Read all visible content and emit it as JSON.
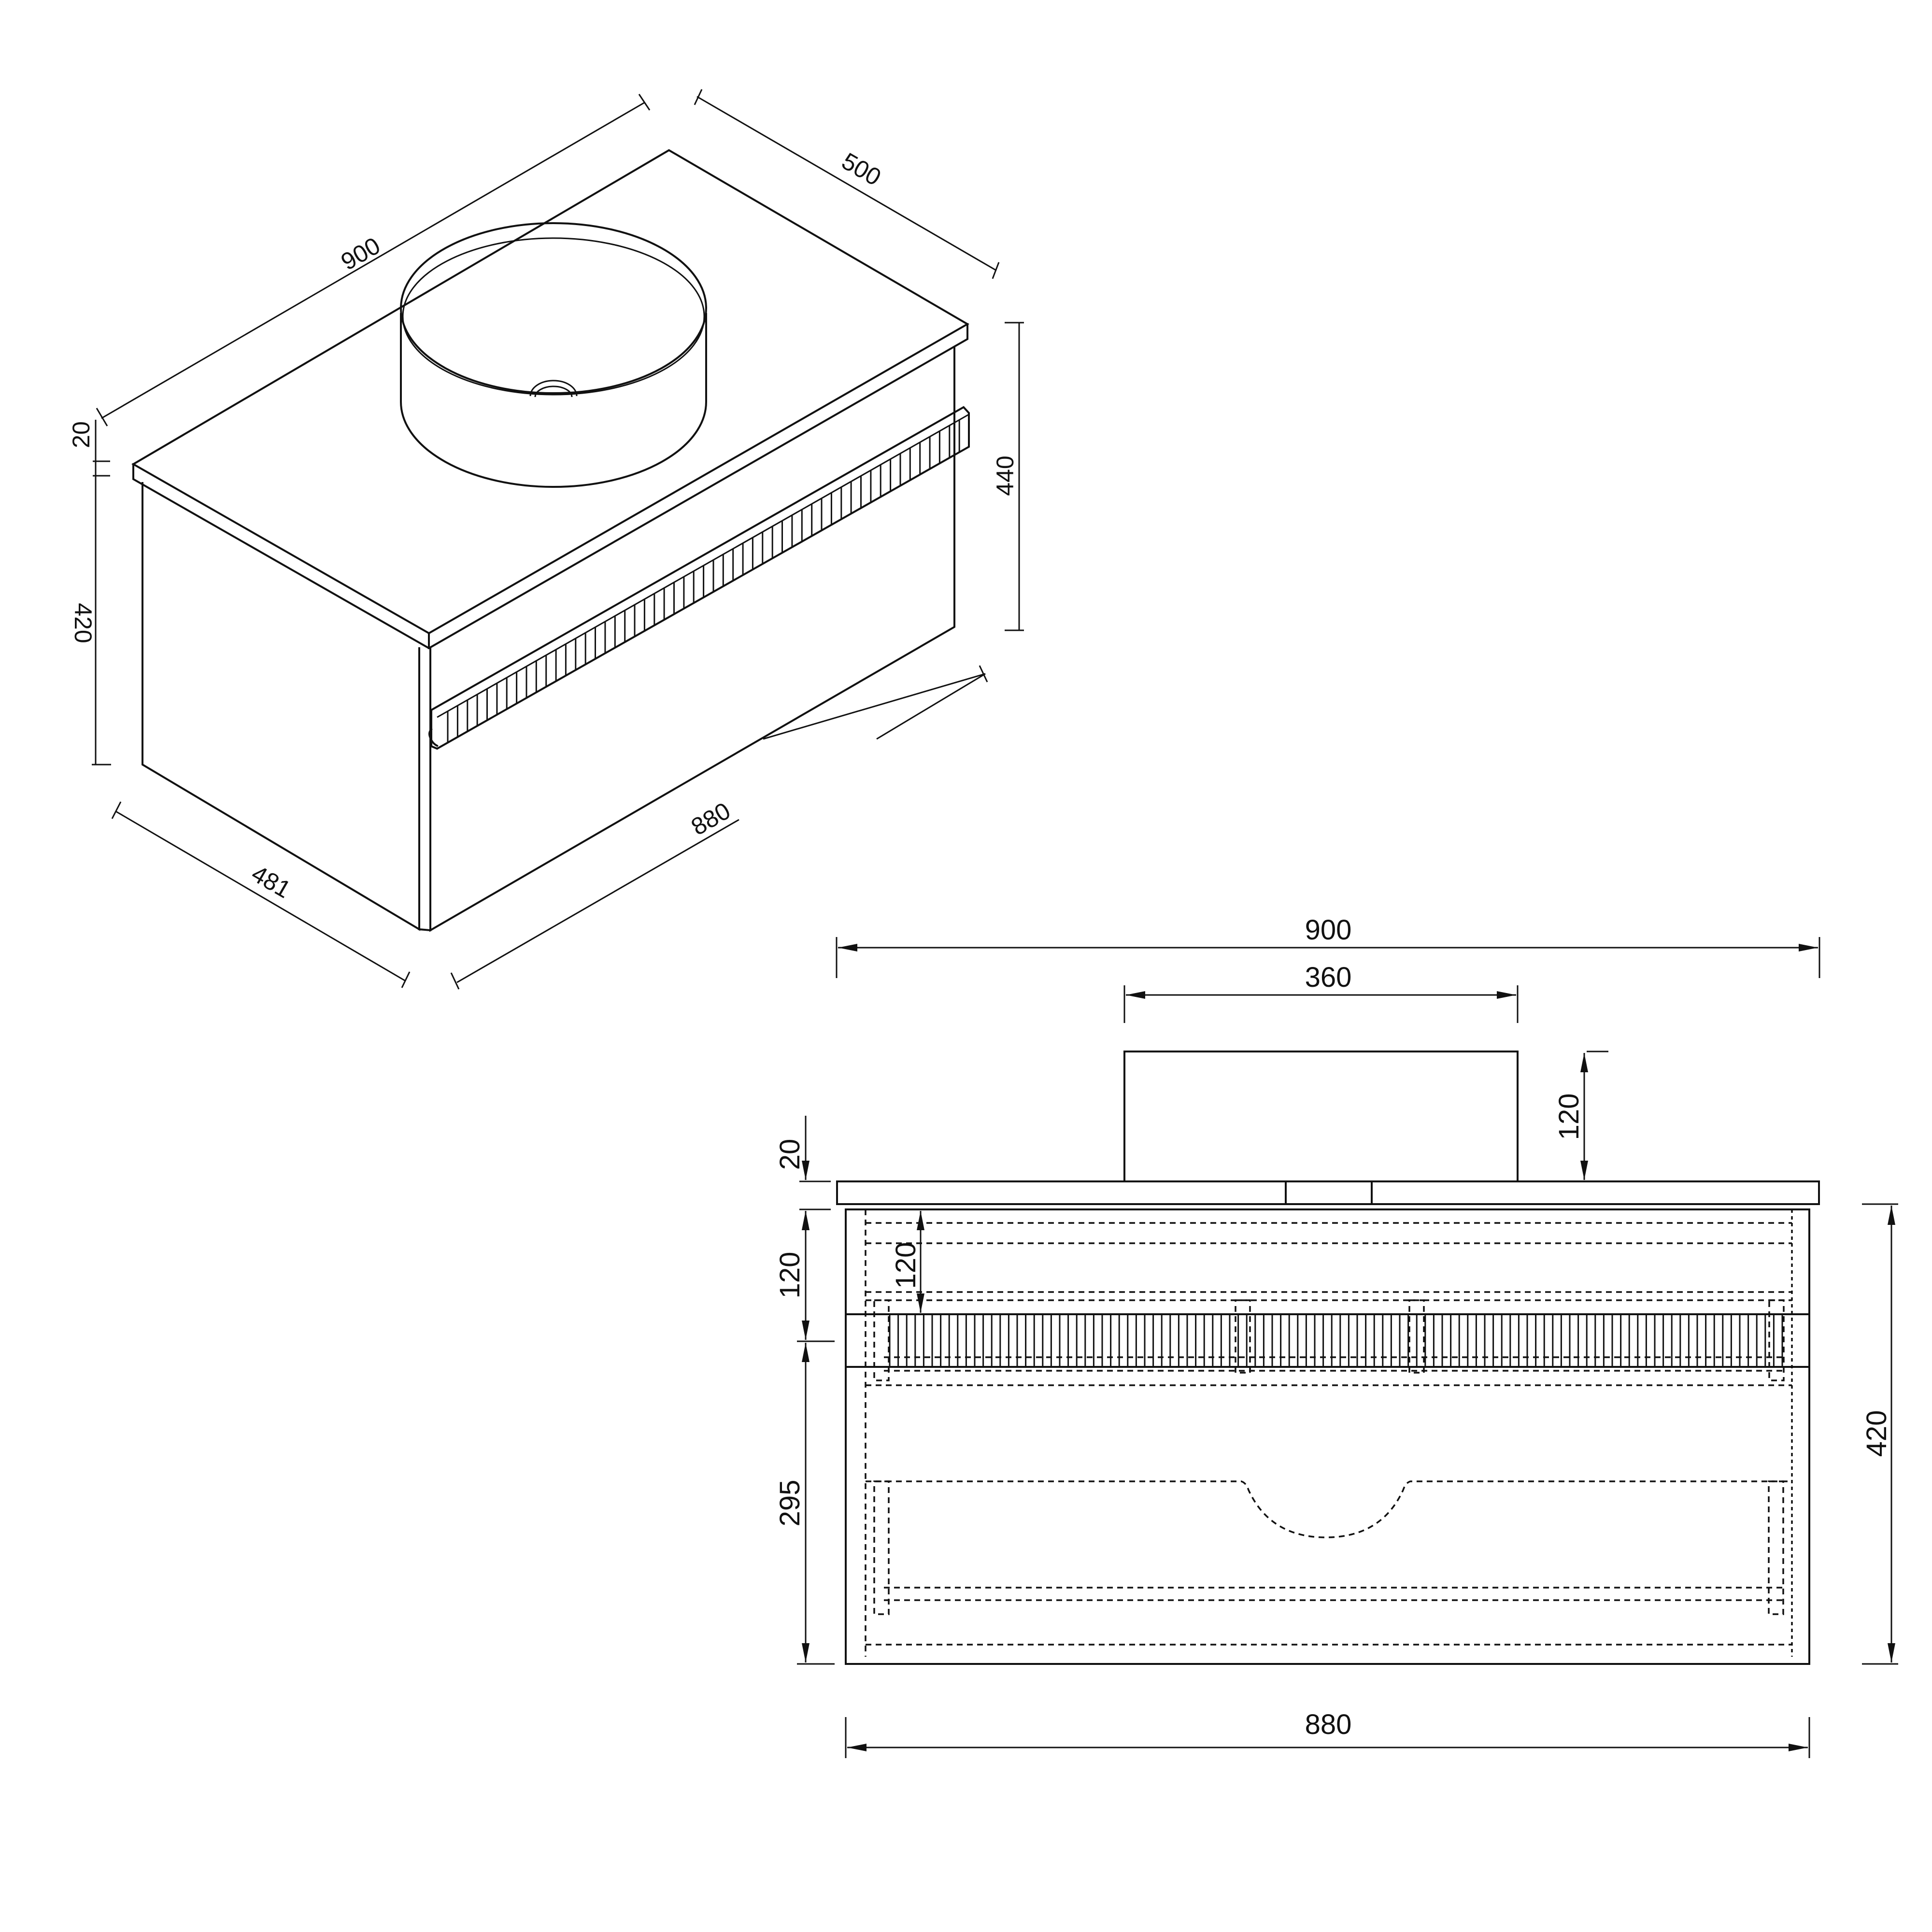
{
  "drawing": {
    "title": "Vanity unit with countertop basin - dimension drawing",
    "colors": {
      "line": "#111111",
      "background": "#ffffff"
    },
    "isometric_view": {
      "dimensions": {
        "top_width": "900",
        "top_depth": "500",
        "countertop_thickness": "20",
        "cabinet_height": "420",
        "total_height": "440",
        "cabinet_depth": "481",
        "cabinet_width": "880"
      }
    },
    "front_elevation": {
      "dimensions": {
        "overall_width": "900",
        "basin_width": "360",
        "basin_height": "120",
        "countertop_thickness": "20",
        "top_drawer_height": "120",
        "top_drawer_internal": "120",
        "bottom_drawer_height": "295",
        "cabinet_height": "420",
        "cabinet_width": "880"
      }
    }
  }
}
